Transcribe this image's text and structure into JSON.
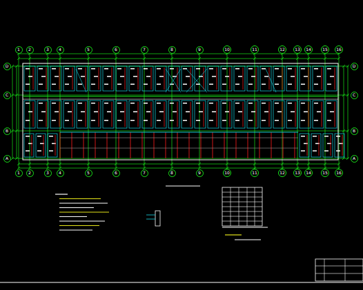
{
  "diagram": {
    "nodes": [
      {
        "text": [
          "1"
        ]
      },
      {
        "text": [
          "2"
        ]
      },
      {
        "text": [
          "3"
        ]
      },
      {
        "text": [
          "4"
        ]
      },
      {
        "text": [
          "5"
        ]
      },
      {
        "text": [
          "6"
        ]
      },
      {
        "text": [
          "7"
        ]
      },
      {
        "text": [
          "8"
        ]
      },
      {
        "text": [
          "9"
        ]
      },
      {
        "text": [
          "10"
        ]
      },
      {
        "text": [
          "11"
        ]
      },
      {
        "text": [
          "12"
        ]
      },
      {
        "text": [
          "13"
        ]
      },
      {
        "text": [
          "14"
        ]
      },
      {
        "text": [
          "15"
        ]
      },
      {
        "text": [
          "16"
        ]
      },
      {
        "text": [
          "1"
        ]
      },
      {
        "text": [
          "2"
        ]
      },
      {
        "text": [
          "3"
        ]
      },
      {
        "text": [
          "4"
        ]
      },
      {
        "text": [
          "5"
        ]
      },
      {
        "text": [
          "6"
        ]
      },
      {
        "text": [
          "7"
        ]
      },
      {
        "text": [
          "8"
        ]
      },
      {
        "text": [
          "9"
        ]
      },
      {
        "text": [
          "10"
        ]
      },
      {
        "text": [
          "11"
        ]
      },
      {
        "text": [
          "12"
        ]
      },
      {
        "text": [
          "13"
        ]
      },
      {
        "text": [
          "14"
        ]
      },
      {
        "text": [
          "15"
        ]
      },
      {
        "text": [
          "16"
        ]
      },
      {
        "text": [
          "D"
        ]
      },
      {
        "text": [
          "C"
        ]
      },
      {
        "text": [
          "B"
        ]
      },
      {
        "text": [
          "A"
        ]
      },
      {
        "text": [
          "D"
        ]
      },
      {
        "text": [
          "C"
        ]
      },
      {
        "text": [
          "B"
        ]
      },
      {
        "text": [
          "A"
        ]
      }
    ]
  }
}
